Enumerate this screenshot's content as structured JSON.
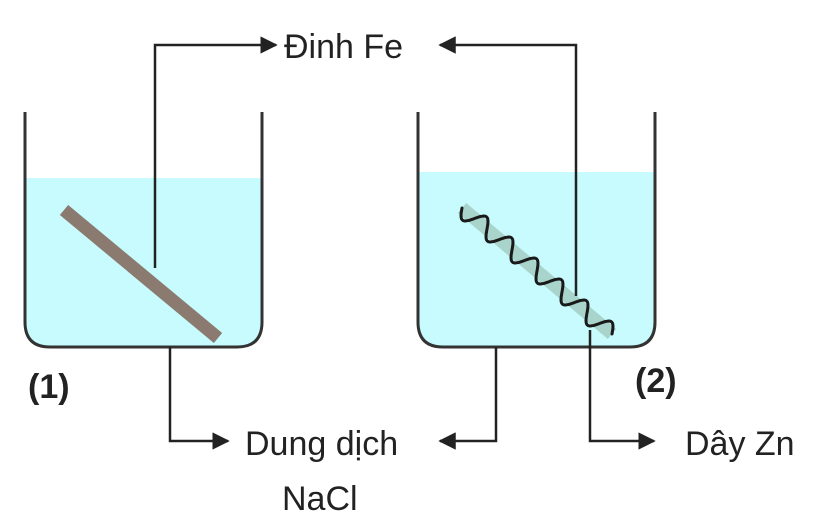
{
  "labels": {
    "iron_nail": "Đinh Fe",
    "solution_line1": "Dung dịch",
    "solution_line2": "NaCl",
    "zinc_wire": "Dây Zn",
    "beaker1": "(1)",
    "beaker2": "(2)"
  },
  "colors": {
    "solution": "#c8fbfd",
    "beaker_outline": "#333333",
    "nail": "#8a7a70",
    "nail_in_beaker2": "#a9d4cc",
    "zinc_wire": "#1a1a1a",
    "leader_lines": "#222222",
    "text": "#222222"
  }
}
